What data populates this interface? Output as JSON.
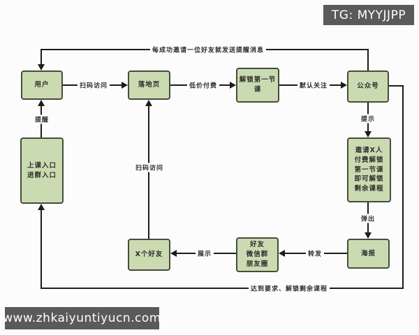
{
  "header": {
    "tg_label": "TG: MYYJJPP"
  },
  "footer": {
    "watermark": "www.zhkaiyuntiyucn.com"
  },
  "colors": {
    "background": "#fcfcfc",
    "node_fill": "#cbdbb1",
    "node_border": "#474b3c",
    "line": "#1c1c1c",
    "badge_bg": "#5a5a5a",
    "badge_text": "#ffffff",
    "text": "#2e2e2e"
  },
  "nodes": {
    "user": {
      "lines": [
        "用户"
      ]
    },
    "landing": {
      "lines": [
        "落地页"
      ]
    },
    "unlock_first": {
      "lines": [
        "解锁第一节",
        "课"
      ]
    },
    "official": {
      "lines": [
        "公众号"
      ]
    },
    "entrance": {
      "lines": [
        "上课入口",
        "进群入口"
      ]
    },
    "invite_task": {
      "lines": [
        "邀请X人",
        "付费解锁",
        "第一节课",
        "即可解锁",
        "剩余课程"
      ]
    },
    "poster": {
      "lines": [
        "海报"
      ]
    },
    "friends": {
      "lines": [
        "好友",
        "微信群",
        "朋友圈"
      ]
    },
    "x_friends": {
      "lines": [
        "X个好友"
      ]
    }
  },
  "edges": {
    "invite_notify": "每成功邀请一位好友就发送提醒消息",
    "scan_visit_top": "扫码访问",
    "low_price_pay": "低价付费",
    "default_follow": "默认关注",
    "remind": "提醒",
    "hint": "提示",
    "popup": "弹出",
    "forward": "转发",
    "display": "展示",
    "scan_visit_mid": "扫码访问",
    "meet_requirement": "达到要求、解锁剩余课程"
  }
}
